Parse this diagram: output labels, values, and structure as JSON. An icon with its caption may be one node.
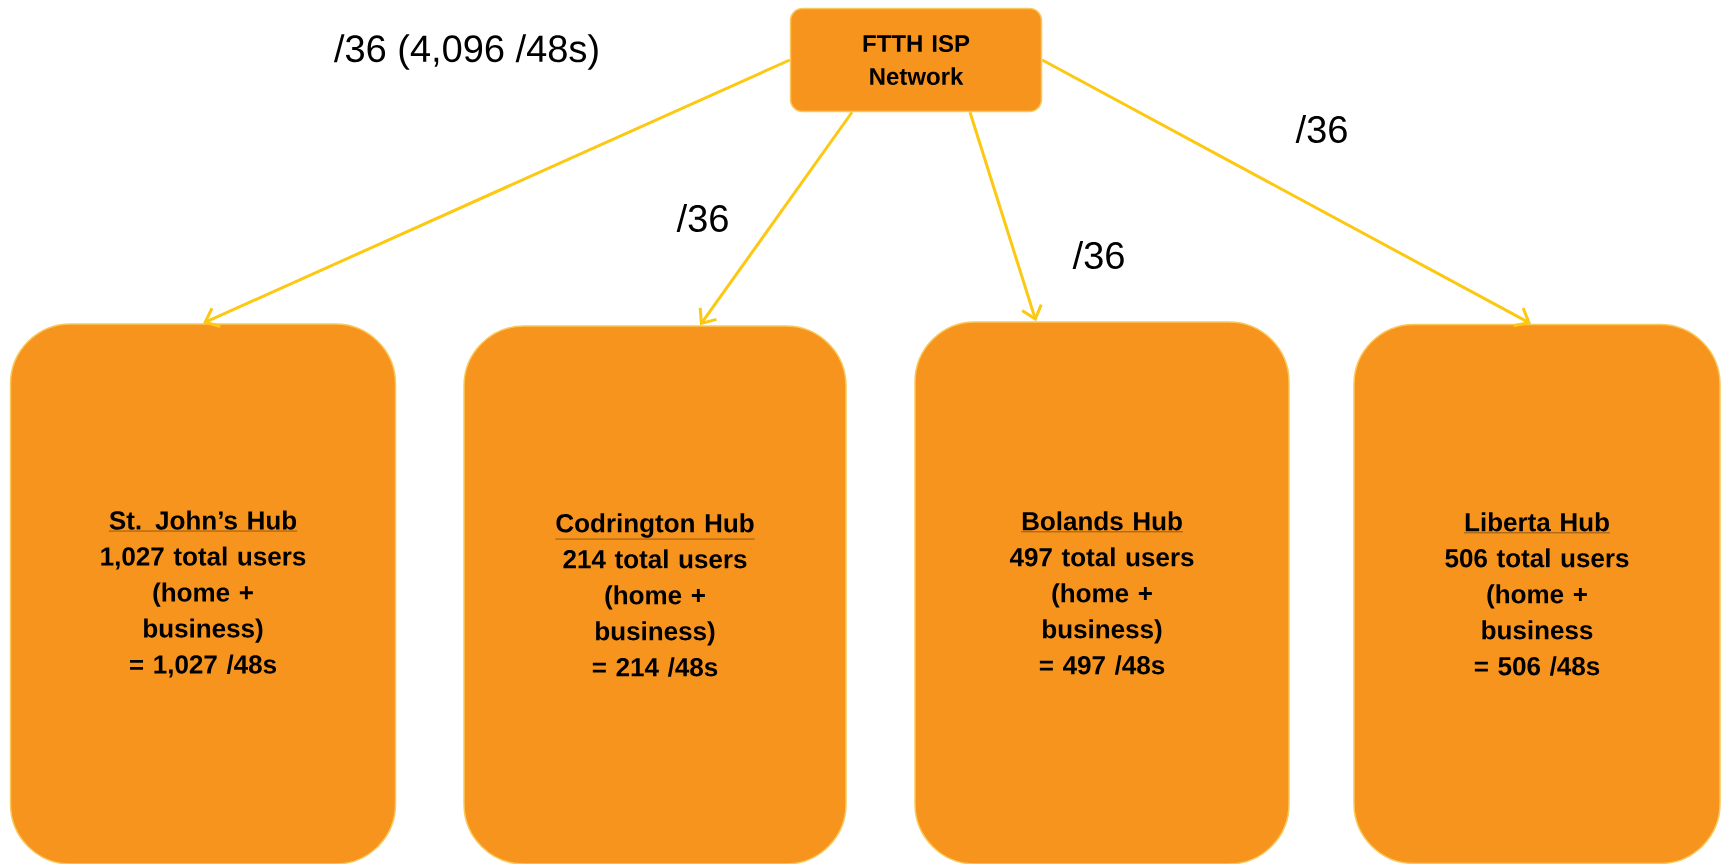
{
  "diagram": {
    "labels": [
      "/36 (4,096 /48s)"
    ],
    "nodes": [
      {
        "text": [
          "FTTH ISP Network"
        ]
      },
      {
        "text": [
          "St. John’s Hub",
          "1,027 total users",
          "(home + business)",
          "= 1,027 /48s"
        ]
      },
      {
        "text": [
          "Codrington Hub",
          "214 total users",
          "(home + business)",
          "= 214 /48s"
        ]
      },
      {
        "text": [
          "Bolands Hub",
          "497 total users",
          "(home + business)",
          "= 497 /48s"
        ]
      },
      {
        "text": [
          "Liberta Hub",
          "506 total users",
          "(home + business",
          "= 506 /48s"
        ]
      }
    ],
    "edges": [
      {
        "from": 0,
        "to": 1,
        "arrow": "to"
      },
      {
        "from": 0,
        "to": 2,
        "arrow": "to",
        "label": "/36"
      },
      {
        "from": 0,
        "to": 3,
        "arrow": "to",
        "label": "/36"
      },
      {
        "from": 0,
        "to": 4,
        "arrow": "to",
        "label": "/36"
      }
    ]
  }
}
